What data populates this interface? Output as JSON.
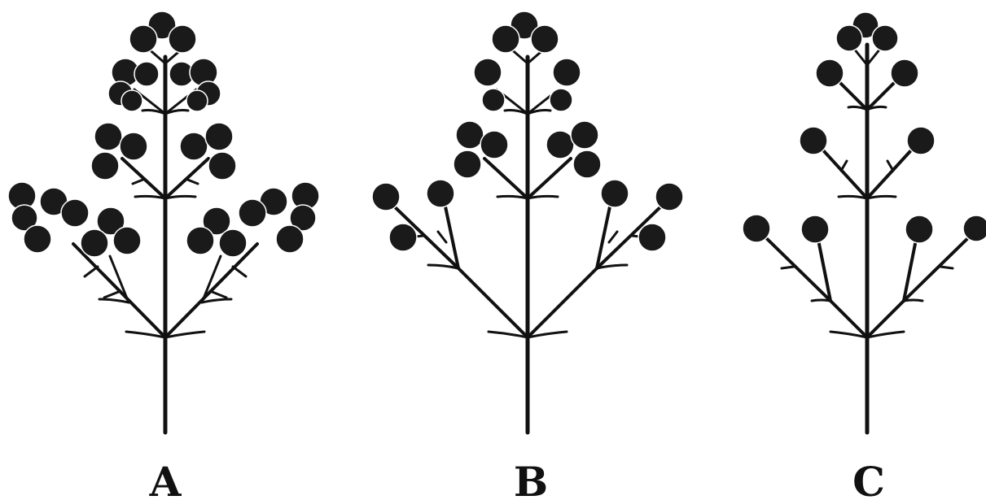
{
  "figure": {
    "panels": [
      {
        "label": "A"
      },
      {
        "label": "B"
      },
      {
        "label": "C"
      }
    ]
  },
  "colors": {
    "ink": "#111111",
    "background": "#ffffff"
  }
}
